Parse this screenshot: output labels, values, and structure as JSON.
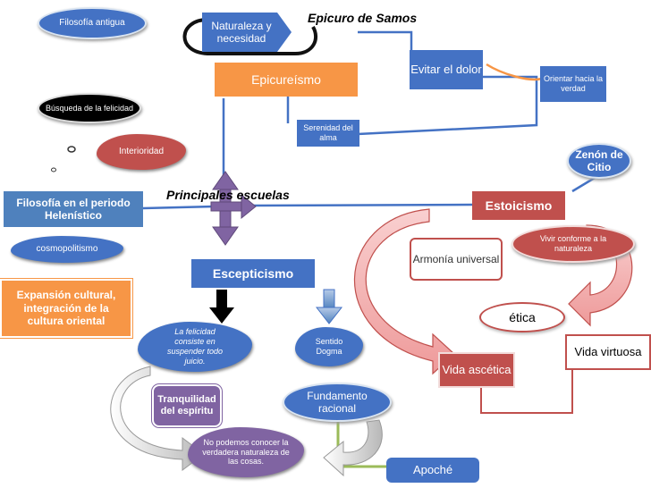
{
  "nodes": {
    "filosofia_antigua": "Filosofía antigua",
    "naturaleza": "Naturaleza y necesidad",
    "epicuro": "Epicuro de Samos",
    "epicureismo": "Epicureísmo",
    "evitar_dolor": "Evitar el dolor",
    "orientar": "Orientar hacia la verdad",
    "busqueda": "Búsqueda de la felicidad",
    "serenidad": "Serenidad del alma",
    "interioridad": "Interioridad",
    "zenon": "Zenón de Citio",
    "periodo": "Filosofía en el periodo Helenístico",
    "principales": "Principales escuelas",
    "estoicismo": "Estoicismo",
    "cosmopolitismo": "cosmopolitismo",
    "armonia": "Armonía universal",
    "vivir": "Vivir conforme a la naturaleza",
    "escepticismo": "Escepticismo",
    "expansion": "Expansión cultural, integración de la cultura oriental",
    "etica": "ética",
    "felicidad": "La felicidad consiste en suspender todo juicio.",
    "sentido": "Sentido Dogma",
    "vida_virtuosa": "Vida virtuosa",
    "vida_ascetica": "Vida ascética",
    "tranquilidad": "Tranquilidad del espíritu",
    "fundamento": "Fundamento racional",
    "no_podemos": "No podemos conocer la verdadera naturaleza de las cosas.",
    "apoche": "Apoché"
  },
  "colors": {
    "blue": "#4472c4",
    "blue_light": "#4f81bd",
    "orange": "#f79646",
    "red": "#c0504d",
    "pink": "#f4a2a2",
    "purple": "#8064a2",
    "green": "#9bbb59",
    "black": "#000000"
  }
}
